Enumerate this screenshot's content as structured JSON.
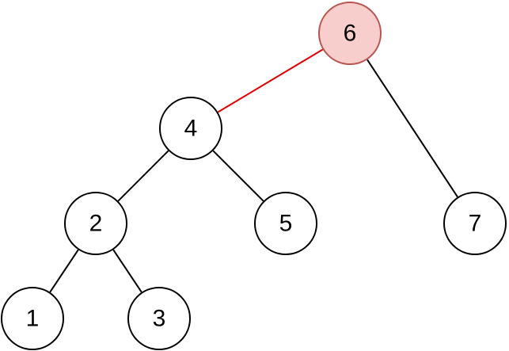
{
  "diagram": {
    "type": "binary-tree",
    "colors": {
      "background": "#ffffff",
      "node_fill": "#ffffff",
      "node_stroke": "#000000",
      "highlight_fill": "#f8cecc",
      "highlight_stroke": "#b85450",
      "edge": "#000000",
      "highlight_edge": "#e00000"
    },
    "nodes": [
      {
        "id": "n6",
        "label": "6",
        "highlighted": true
      },
      {
        "id": "n4",
        "label": "4",
        "highlighted": false
      },
      {
        "id": "n7",
        "label": "7",
        "highlighted": false
      },
      {
        "id": "n2",
        "label": "2",
        "highlighted": false
      },
      {
        "id": "n5",
        "label": "5",
        "highlighted": false
      },
      {
        "id": "n1",
        "label": "1",
        "highlighted": false
      },
      {
        "id": "n3",
        "label": "3",
        "highlighted": false
      }
    ],
    "edges": [
      {
        "from": "n6",
        "to": "n4",
        "highlighted": true
      },
      {
        "from": "n6",
        "to": "n7",
        "highlighted": false
      },
      {
        "from": "n4",
        "to": "n2",
        "highlighted": false
      },
      {
        "from": "n4",
        "to": "n5",
        "highlighted": false
      },
      {
        "from": "n2",
        "to": "n1",
        "highlighted": false
      },
      {
        "from": "n2",
        "to": "n3",
        "highlighted": false
      }
    ]
  }
}
